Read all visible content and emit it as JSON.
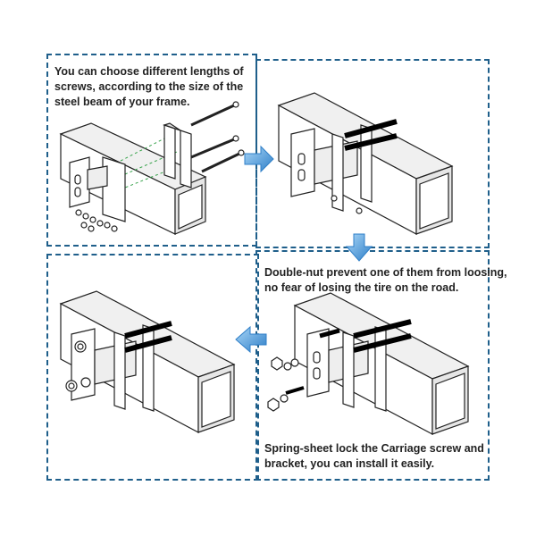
{
  "steps": [
    {
      "caption": [
        "You can choose different lengths of",
        "screws, according to the size of the",
        "steel beam of your frame."
      ]
    },
    {
      "caption": []
    },
    {
      "caption": [
        "Double-nut prevent one of them from loosing,",
        "no fear of losing the tire on the road."
      ]
    },
    {
      "caption": [
        "Spring-sheet lock the Carriage screw and",
        "bracket, you can install it easily."
      ]
    }
  ],
  "colors": {
    "border": "#1f5f8b",
    "arrow": "#3a8fd6",
    "arrow_light": "#8fc6f0",
    "line": "#222222",
    "guide": "#36a24a"
  },
  "icons": [
    "arrow-right-icon",
    "arrow-down-icon",
    "arrow-left-icon"
  ]
}
